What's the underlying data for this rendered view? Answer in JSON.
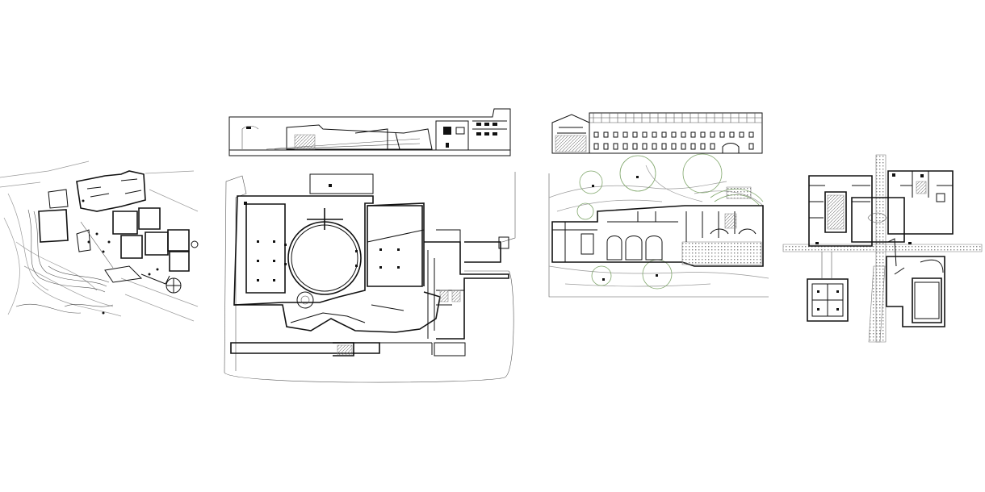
{
  "drawings": [
    {
      "id": "site-plan-left",
      "kind": "site plan"
    },
    {
      "id": "main-plan-center",
      "kind": "floor plan"
    },
    {
      "id": "center-elevation",
      "kind": "elevation"
    },
    {
      "id": "right-elevation",
      "kind": "elevation"
    },
    {
      "id": "park-plan-right",
      "kind": "site plan"
    },
    {
      "id": "cross-plan-far-right",
      "kind": "floor plan"
    }
  ],
  "colors": {
    "line": "#111111",
    "grey": "#9a9a9a",
    "tree": "#7fa66a",
    "background": "#ffffff"
  }
}
